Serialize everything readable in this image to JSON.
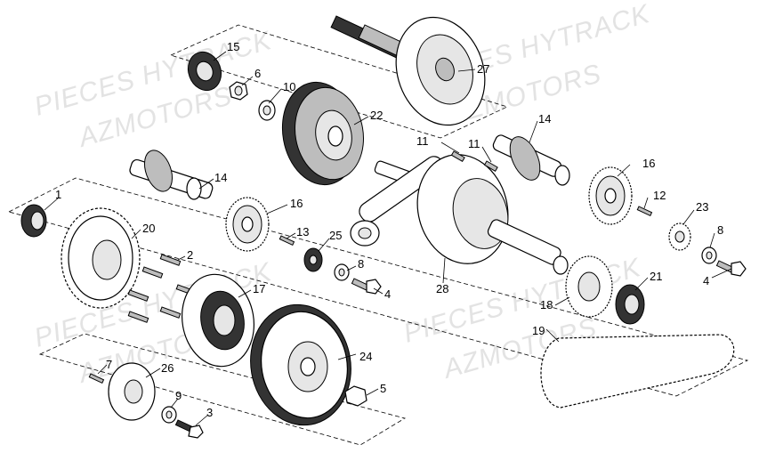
{
  "watermarks": [
    "PIECES HYTRACK",
    "AZMOTORS",
    "PIECES HYTRACK",
    "AZMOTORS",
    "PIECES HYTRACK",
    "AZMOTORS",
    "PIECES HYTRACK",
    "AZMOTORS"
  ],
  "callouts": [
    "15",
    "6",
    "10",
    "27",
    "22",
    "14",
    "11",
    "11",
    "14",
    "16",
    "1",
    "20",
    "16",
    "13",
    "25",
    "2",
    "8",
    "4",
    "17",
    "28",
    "16",
    "12",
    "23",
    "8",
    "4",
    "21",
    "18",
    "19",
    "7",
    "26",
    "24",
    "9",
    "5",
    "3"
  ]
}
